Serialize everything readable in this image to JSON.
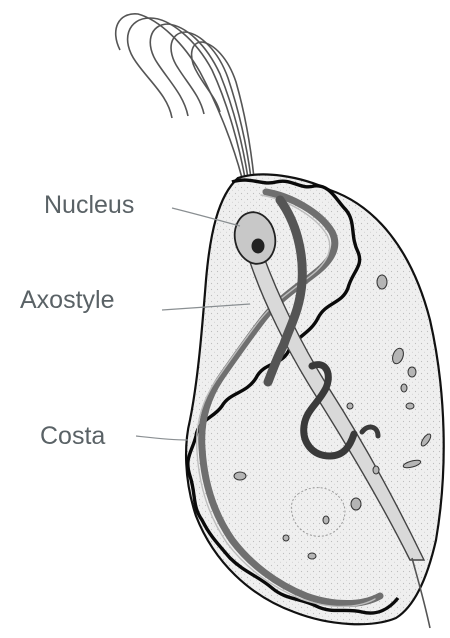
{
  "labels": {
    "nucleus": "Nucleus",
    "axostyle": "Axostyle",
    "costa": "Costa"
  },
  "colors": {
    "label_text": "#5a6266",
    "outline": "#111111",
    "cell_fill": "#eeeeee",
    "axostyle_fill": "#d8d8d8",
    "costa_fill": "#777777",
    "nucleus_fill": "#c8c8c8",
    "leader_line": "#8a8f92"
  }
}
